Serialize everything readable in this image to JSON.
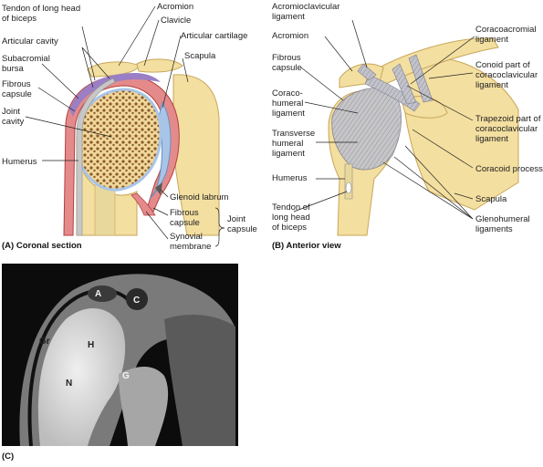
{
  "panel_a": {
    "caption": "(A) Coronal section",
    "labels": {
      "tendon_biceps_1": "Tendon of long head",
      "tendon_biceps_2": "of biceps",
      "articular_cavity": "Articular cavity",
      "subacromial_1": "Subacromial",
      "subacromial_2": "bursa",
      "fibrous_capsule_1": "Fibrous",
      "fibrous_capsule_2": "capsule",
      "joint_cavity_1": "Joint",
      "joint_cavity_2": "cavity",
      "humerus": "Humerus",
      "acromion": "Acromion",
      "clavicle": "Clavicle",
      "articular_cartilage": "Articular cartilage",
      "scapula": "Scapula",
      "glenoid_labrum": "Glenoid labrum",
      "fibrous_capsule_r1": "Fibrous",
      "fibrous_capsule_r2": "capsule",
      "synovial_1": "Synovial",
      "synovial_2": "membrane",
      "joint_capsule_1": "Joint",
      "joint_capsule_2": "capsule"
    }
  },
  "panel_b": {
    "caption": "(B) Anterior view",
    "labels": {
      "acromioclavicular_1": "Acromioclavicular",
      "acromioclavicular_2": "ligament",
      "acromion": "Acromion",
      "fibrous_capsule_1": "Fibrous",
      "fibrous_capsule_2": "capsule",
      "coracohumeral_1": "Coraco-",
      "coracohumeral_2": "humeral",
      "coracohumeral_3": "ligament",
      "transverse_1": "Transverse",
      "transverse_2": "humeral",
      "transverse_3": "ligament",
      "humerus": "Humerus",
      "tendon_1": "Tendon of",
      "tendon_2": "long head",
      "tendon_3": "of biceps",
      "coracoacromial_1": "Coracoacromial",
      "coracoacromial_2": "ligament",
      "conoid_1": "Conoid part of",
      "conoid_2": "coracoclavicular",
      "conoid_3": "ligament",
      "trapezoid_1": "Trapezoid part of",
      "trapezoid_2": "coracoclavicular",
      "trapezoid_3": "ligament",
      "coracoid": "Coracoid process",
      "scapula": "Scapula",
      "glenohumeral_1": "Glenohumeral",
      "glenohumeral_2": "ligaments"
    }
  },
  "panel_c": {
    "caption": "(C)",
    "letters": {
      "a": "A",
      "c": "C",
      "gr": "Gr",
      "h": "H",
      "n": "N",
      "g": "G"
    }
  },
  "colors": {
    "bone": "#f3dfa0",
    "bone_edge": "#c9a65a",
    "cartilage": "#a8c4e6",
    "bursa": "#9a7fc4",
    "capsule": "#e58a8a",
    "spongy": "#8b5a2b",
    "ligament": "#b9b9c2"
  }
}
